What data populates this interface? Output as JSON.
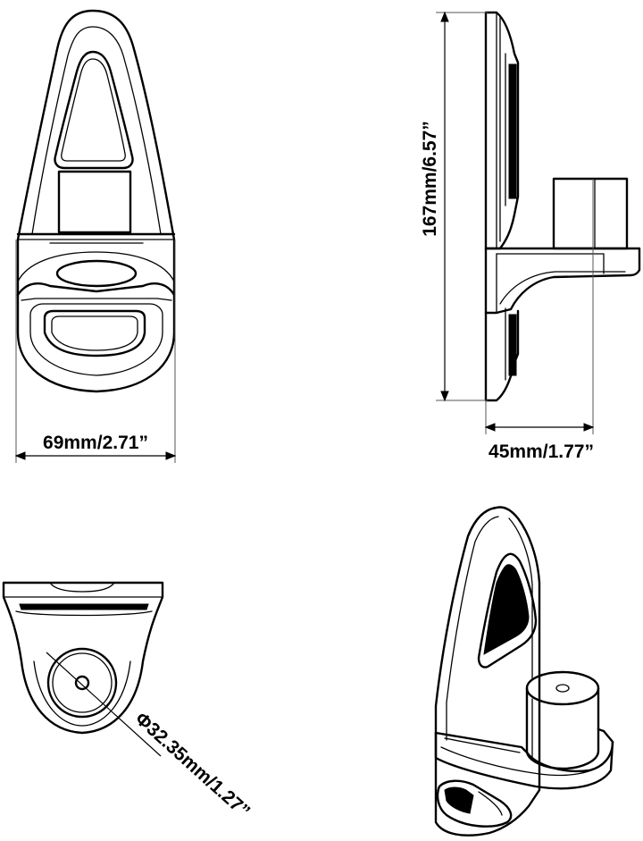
{
  "dimensions": {
    "width": "69mm/2.71”",
    "height": "167mm/6.57”",
    "depth": "45mm/1.77”",
    "diameter": "Φ32.35mm/1.27”"
  },
  "views": [
    "front-view",
    "side-view",
    "bottom-view",
    "perspective-view"
  ]
}
